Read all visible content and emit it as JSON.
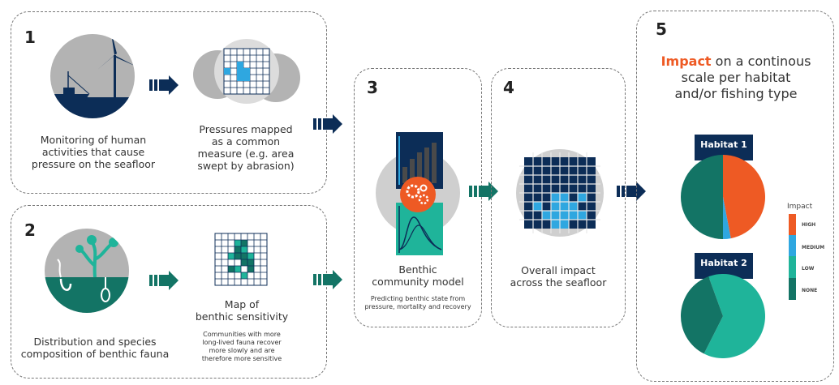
{
  "steps": {
    "s1": {
      "number": "1",
      "caption_a": "Monitoring of human\nactivities that cause\npressure on the seafloor",
      "caption_b": "Pressures mapped\nas a common\nmeasure (e.g. area\nswept by abrasion)"
    },
    "s2": {
      "number": "2",
      "caption_a": "Distribution and species\ncomposition of benthic fauna",
      "caption_b": "Map of\nbenthic sensitivity",
      "note_b": "Communities with more\nlong-lived fauna recover\nmore slowly and are\ntherefore more sensitive"
    },
    "s3": {
      "number": "3",
      "caption": "Benthic\ncommunity model",
      "note": "Predicting benthic state from\npressure, mortality and recovery"
    },
    "s4": {
      "number": "4",
      "caption": "Overall impact\nacross the seafloor"
    },
    "s5": {
      "number": "5",
      "title_highlight": "Impact",
      "title_rest": " on a continous",
      "title_line2": "scale per habitat",
      "title_line3": "and/or fishing type",
      "habitat1": "Habitat 1",
      "habitat2": "Habitat 2"
    }
  },
  "legend": {
    "title": "Impact",
    "levels": [
      "HIGH",
      "MEDIUM",
      "LOW",
      "NONE"
    ]
  },
  "colors": {
    "navy": "#0c2d57",
    "teal_dark": "#137465",
    "teal": "#1fb49a",
    "orange": "#ee5a24",
    "blue": "#2fa7e0",
    "grey": "#b3b3b3"
  },
  "pies": {
    "habitat1": {
      "high": 0.47,
      "medium": 0.03,
      "low": 0.0,
      "none": 0.5
    },
    "habitat2": {
      "high": 0.0,
      "medium": 0.0,
      "low": 0.63,
      "none": 0.37
    }
  }
}
